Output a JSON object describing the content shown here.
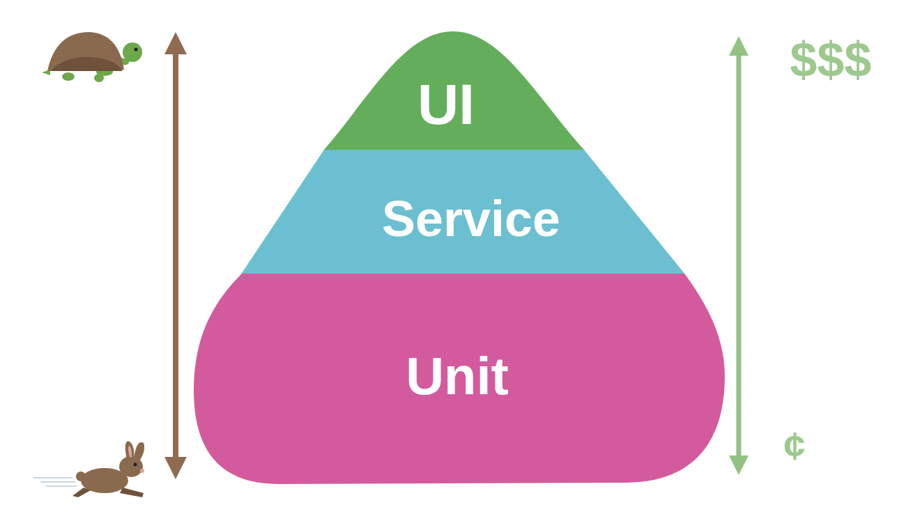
{
  "diagram": {
    "nodes": [
      {
        "text": [
          "UI"
        ]
      },
      {
        "text": [
          "Service"
        ]
      },
      {
        "text": [
          "Unit"
        ]
      }
    ],
    "labels": [
      "$$$",
      "¢"
    ]
  }
}
